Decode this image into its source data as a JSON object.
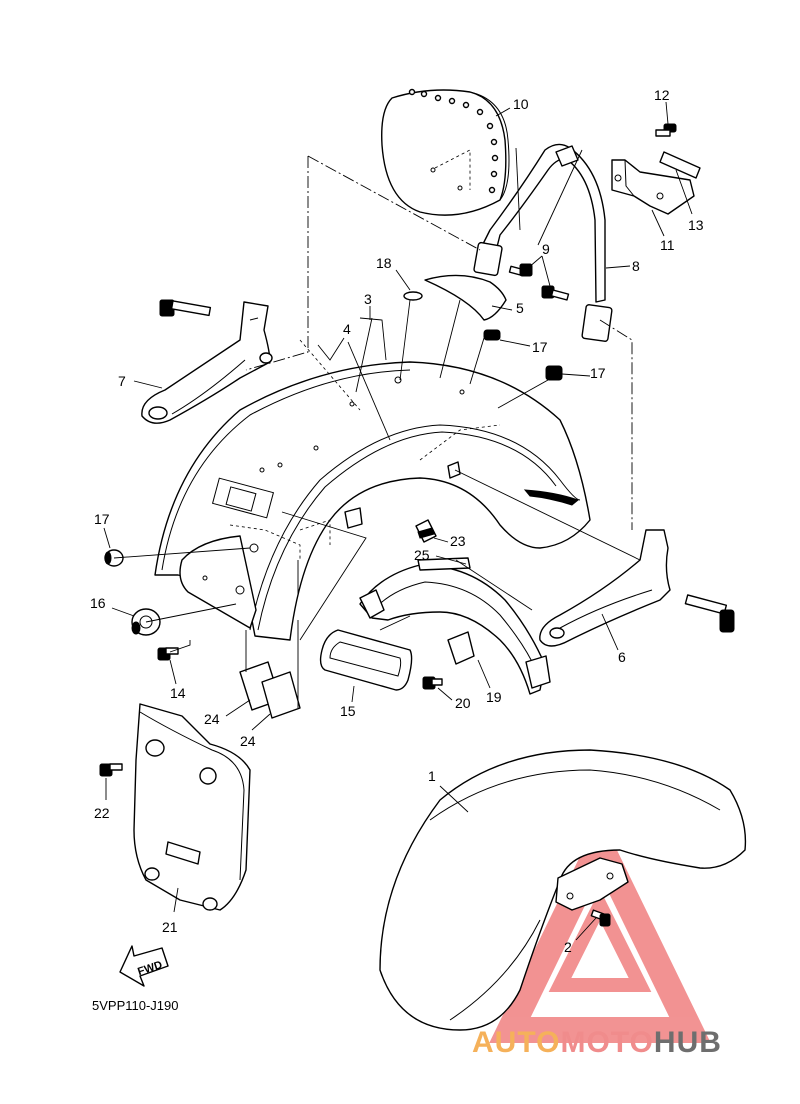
{
  "diagram": {
    "drawing_code": "5VPP110-J190",
    "fwd_label": "FWD",
    "callouts": [
      "1",
      "2",
      "3",
      "4",
      "5",
      "6",
      "7",
      "8",
      "9",
      "10",
      "11",
      "12",
      "13",
      "14",
      "15",
      "16",
      "17",
      "17",
      "18",
      "19",
      "20",
      "21",
      "22",
      "23",
      "24",
      "24",
      "25"
    ],
    "watermark": {
      "part1": "AUTO",
      "part2": "MOTO",
      "part3": "HUB",
      "colors": {
        "auto": "#f5b15a",
        "moto": "#f08c8c",
        "hub": "#6e6e6e",
        "triangle": "#f08080"
      }
    }
  }
}
